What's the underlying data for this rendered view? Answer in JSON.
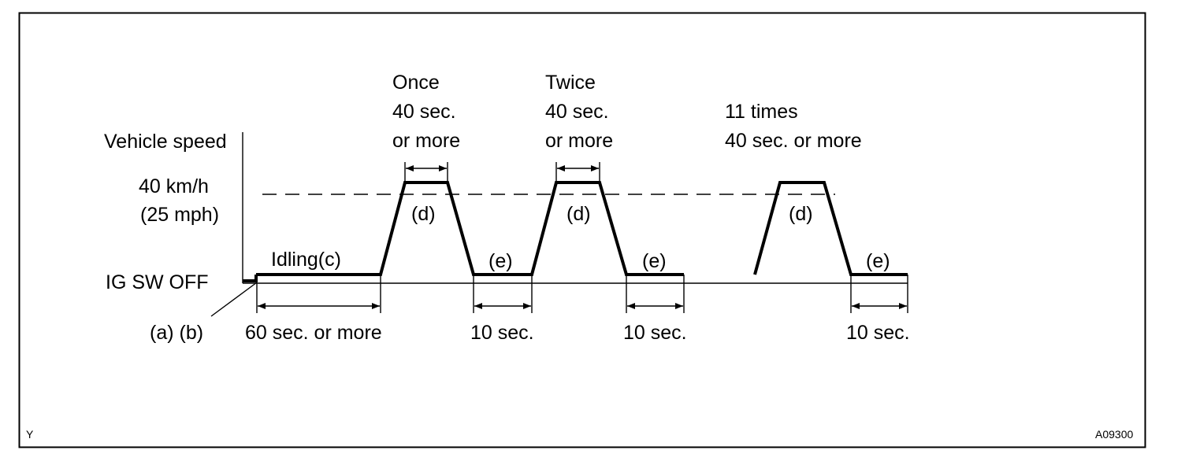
{
  "labels": {
    "vehicle_speed": "Vehicle speed",
    "speed_kmh": "40 km/h",
    "speed_mph": "(25 mph)",
    "ig_sw_off": "IG SW OFF",
    "ab": "(a) (b)",
    "idling": "Idling(c)",
    "idle_duration": "60 sec. or more",
    "cycle1_count": "Once",
    "cycle1_duration_1": "40 sec.",
    "cycle1_duration_2": "or more",
    "cycle2_count": "Twice",
    "cycle2_duration_1": "40 sec.",
    "cycle2_duration_2": "or more",
    "cycle3_count": "11 times",
    "cycle3_duration": "40 sec. or more",
    "d1": "(d)",
    "d2": "(d)",
    "d3": "(d)",
    "e1": "(e)",
    "e2": "(e)",
    "e3": "(e)",
    "e1_duration": "10 sec.",
    "e2_duration": "10 sec.",
    "e3_duration": "10 sec.",
    "corner_left": "Y",
    "corner_right": "A09300"
  }
}
